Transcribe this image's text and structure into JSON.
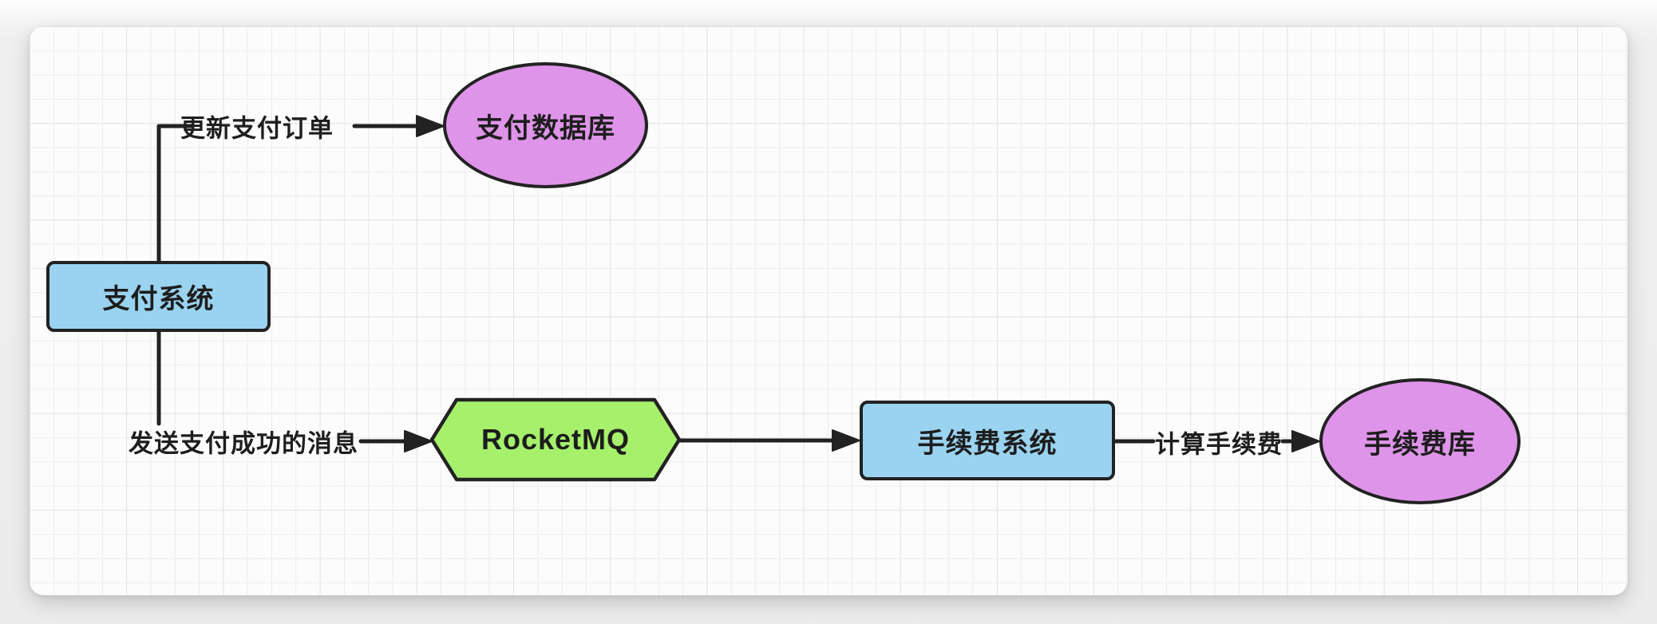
{
  "diagram": {
    "nodes": [
      {
        "id": "payment-system",
        "label": "支付系统",
        "shape": "rounded-rectangle",
        "fill": "#9AD3F0"
      },
      {
        "id": "payment-database",
        "label": "支付数据库",
        "shape": "ellipse",
        "fill": "#DE94E8"
      },
      {
        "id": "rocketmq",
        "label": "RocketMQ",
        "shape": "hexagon",
        "fill": "#A6F06C"
      },
      {
        "id": "fee-system",
        "label": "手续费系统",
        "shape": "rounded-rectangle",
        "fill": "#9AD3F0"
      },
      {
        "id": "fee-database",
        "label": "手续费库",
        "shape": "ellipse",
        "fill": "#DE94E8"
      }
    ],
    "edges": [
      {
        "from": "payment-system",
        "to": "payment-database",
        "label": "更新支付订单"
      },
      {
        "from": "payment-system",
        "to": "rocketmq",
        "label": "发送支付成功的消息"
      },
      {
        "from": "rocketmq",
        "to": "fee-system",
        "label": ""
      },
      {
        "from": "fee-system",
        "to": "fee-database",
        "label": "计算手续费"
      }
    ],
    "palette": {
      "node_blue": "#9AD3F0",
      "node_purple": "#DE94E8",
      "node_green": "#A6F06C",
      "stroke": "#222222",
      "canvas_surface": "#fcfcfc",
      "grid_minor": "#ececec",
      "grid_major": "#e3e3e3",
      "page_background": "#ececec"
    }
  }
}
